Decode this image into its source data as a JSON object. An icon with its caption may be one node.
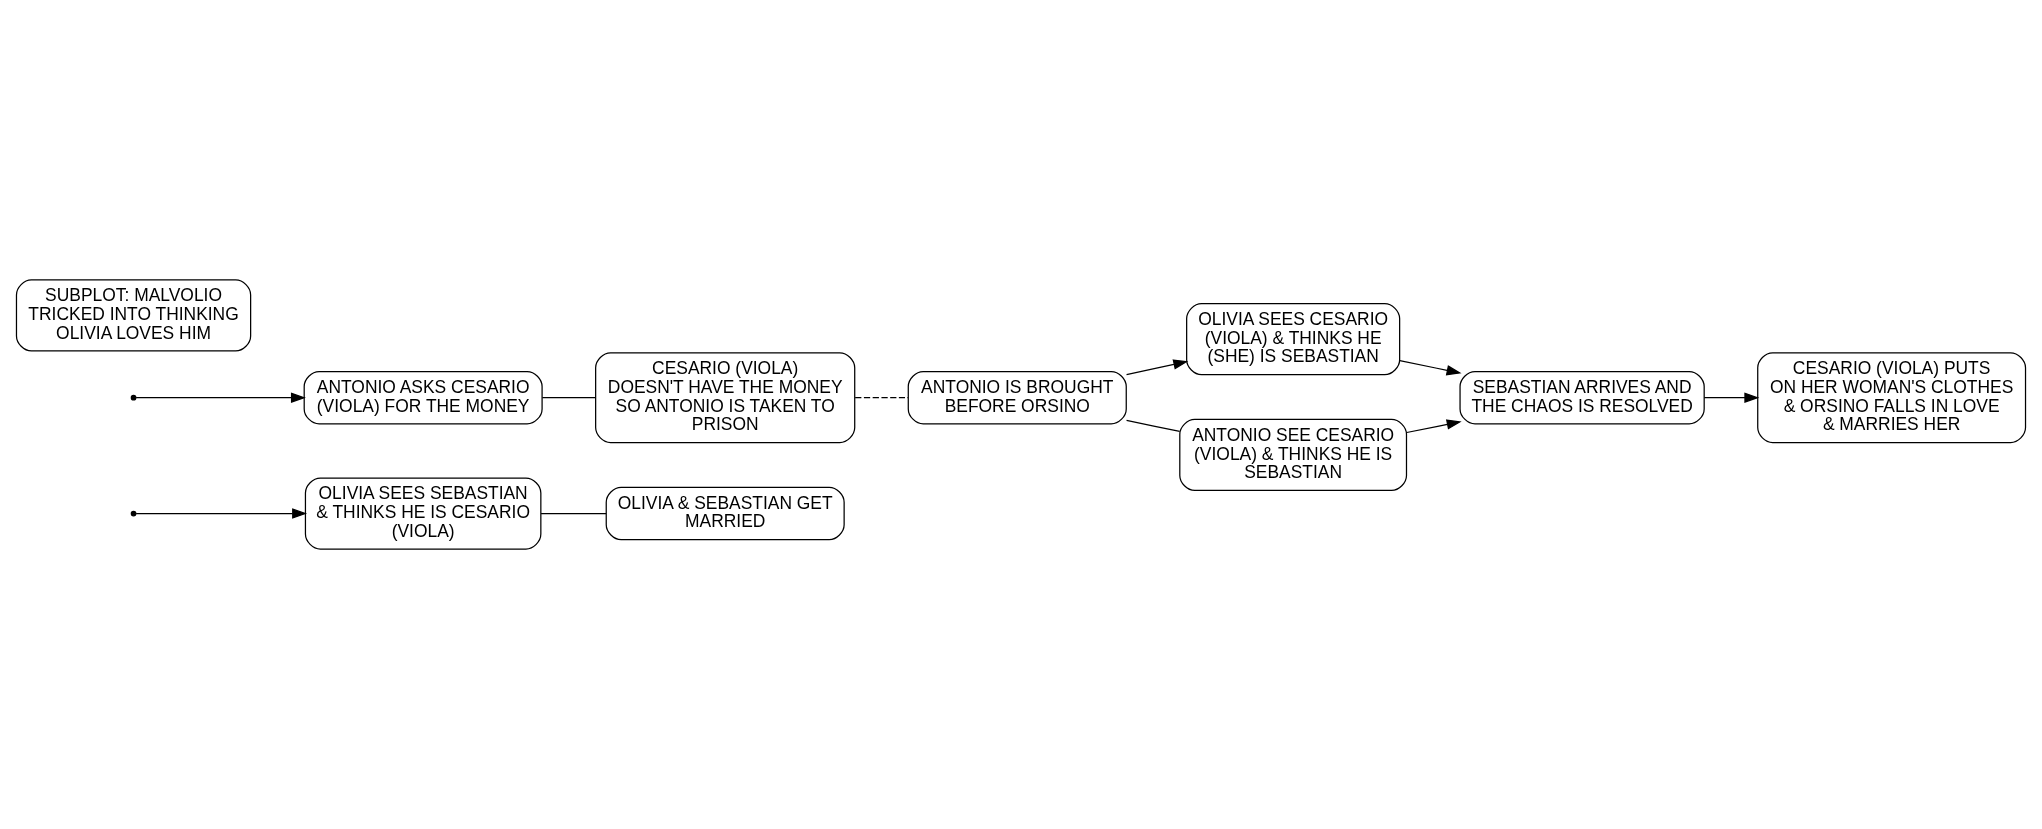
{
  "diagram": {
    "nodes": [
      {
        "text": [
          "OLIVIA SEES SEBASTIAN & THINKS HE IS CESARIO (VIOLA)"
        ]
      },
      {
        "text": [
          "OLIVIA & SEBASTIAN GET MARRIED"
        ]
      },
      {
        "text": [
          "OLIVIA SEES CESARIO (VIOLA) & THINKS HE (SHE) IS SEBASTIAN"
        ]
      },
      {
        "text": [
          "SEBASTIAN ARRIVES AND THE CHAOS IS RESOLVED"
        ]
      },
      {
        "text": [
          "ANTONIO IS BROUGHT BEFORE ORSINO"
        ]
      },
      {
        "text": [
          "ANTONIO SEE CESARIO (VIOLA) & THINKS HE IS SEBASTIAN"
        ]
      },
      {
        "text": [
          "CESARIO (VIOLA) PUTS ON HER WOMAN'S CLOTHES & ORSINO FALLS IN LOVE & MARRIES HER"
        ]
      },
      {
        "text": [
          "SUBPLOT: MALVOLIO TRICKED INTO THINKING OLIVIA LOVES HIM"
        ]
      },
      {
        "text": [
          "ANTONIO ASKS CESARIO (VIOLA) FOR THE MONEY"
        ]
      },
      {
        "text": [
          "CESARIO (VIOLA) DOESN'T HAVE THE MONEY SO ANTONIO IS TAKEN TO PRISON"
        ]
      }
    ],
    "edges": [
      {
        "from": null,
        "to": 8,
        "arrow": "to"
      },
      {
        "from": 8,
        "to": 9,
        "arrow": "none"
      },
      {
        "from": 9,
        "to": 4,
        "arrow": "none",
        "style": "dashed"
      },
      {
        "from": 4,
        "to": 2,
        "arrow": "to"
      },
      {
        "from": 4,
        "to": 5,
        "arrow": "none"
      },
      {
        "from": 2,
        "to": 3,
        "arrow": "to"
      },
      {
        "from": 5,
        "to": 3,
        "arrow": "to"
      },
      {
        "from": 3,
        "to": 6,
        "arrow": "to"
      },
      {
        "from": null,
        "to": 0,
        "arrow": "to"
      },
      {
        "from": 0,
        "to": 1,
        "arrow": "none"
      }
    ]
  }
}
